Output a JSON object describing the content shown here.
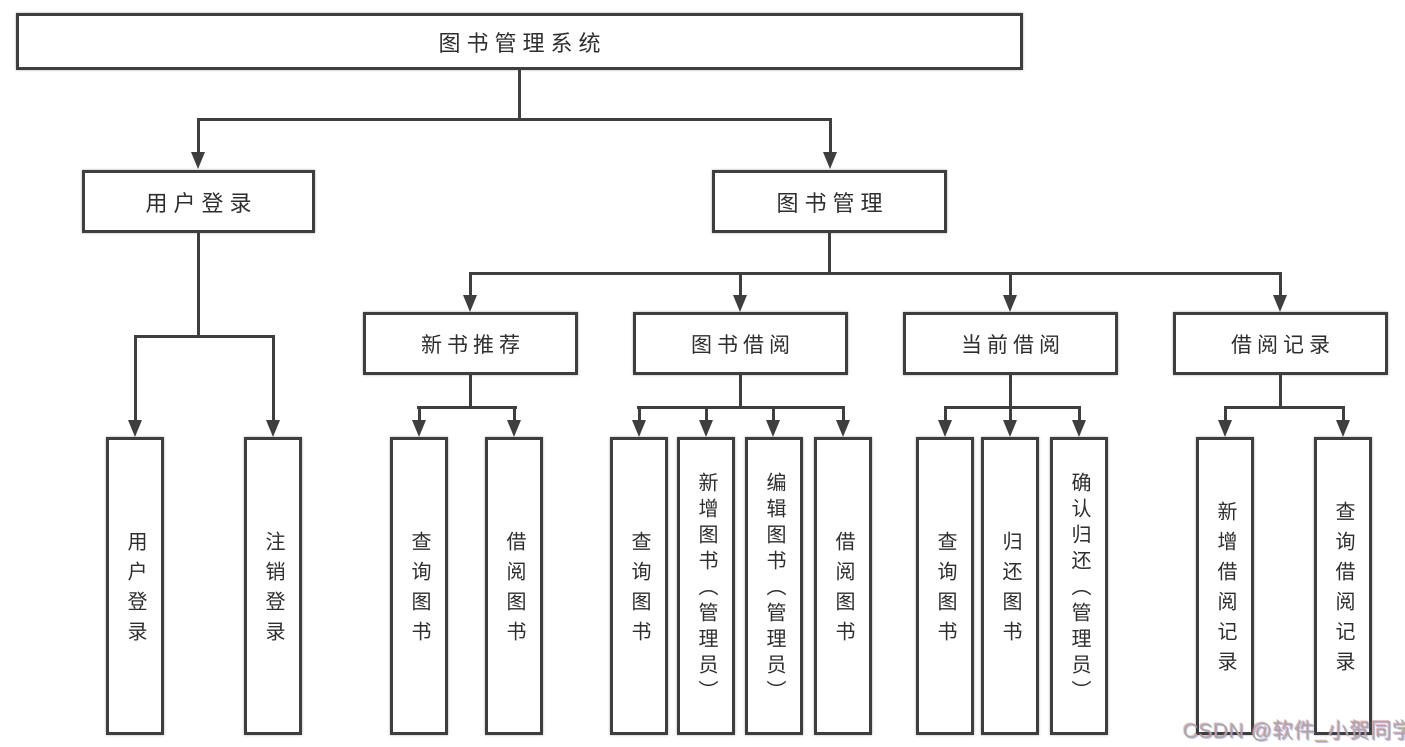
{
  "tree": {
    "root": {
      "label": "图书管理系统"
    },
    "branches": [
      {
        "label": "用户登录",
        "children": [
          {
            "label": "用户登录"
          },
          {
            "label": "注销登录"
          }
        ]
      },
      {
        "label": "图书管理",
        "children": [
          {
            "label": "新书推荐",
            "children": [
              {
                "label": "查询图书"
              },
              {
                "label": "借阅图书"
              }
            ]
          },
          {
            "label": "图书借阅",
            "children": [
              {
                "label": "查询图书"
              },
              {
                "label": "新增图书（管理员）"
              },
              {
                "label": "编辑图书（管理员）"
              },
              {
                "label": "借阅图书"
              }
            ]
          },
          {
            "label": "当前借阅",
            "children": [
              {
                "label": "查询图书"
              },
              {
                "label": "归还图书"
              },
              {
                "label": "确认归还（管理员）"
              }
            ]
          },
          {
            "label": "借阅记录",
            "children": [
              {
                "label": "新增借阅记录"
              },
              {
                "label": "查询借阅记录"
              }
            ]
          }
        ]
      }
    ]
  },
  "watermark": {
    "text": "CSDN @软件_小贺同学"
  },
  "colors": {
    "line": "#3e3e3e",
    "text": "#2e2e2e",
    "background": "#ffffff",
    "watermark_gray": "#a8a8a8"
  }
}
